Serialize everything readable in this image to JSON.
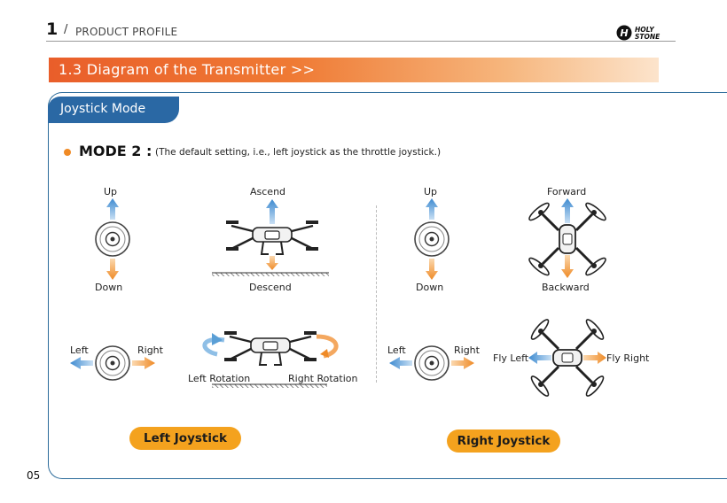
{
  "header": {
    "chapter_number": "1",
    "separator": "/",
    "chapter_title": "PRODUCT PROFILE",
    "brand_logo_text": "HOLY STONE"
  },
  "section": {
    "title": "1.3  Diagram of the Transmitter  >>"
  },
  "panel": {
    "tab_label": "Joystick Mode"
  },
  "mode": {
    "label": "MODE 2 :",
    "description": "(The default setting, i.e., left joystick as the throttle joystick.)"
  },
  "left_joystick": {
    "up": "Up",
    "down": "Down",
    "left": "Left",
    "right": "Right",
    "ascend": "Ascend",
    "descend": "Descend",
    "left_rotation": "Left Rotation",
    "right_rotation": "Right Rotation",
    "button_label": "Left Joystick"
  },
  "right_joystick": {
    "up": "Up",
    "down": "Down",
    "left": "Left",
    "right": "Right",
    "forward": "Forward",
    "backward": "Backward",
    "fly_left": "Fly Left",
    "fly_right": "Fly Right",
    "button_label": "Right Joystick"
  },
  "footer": {
    "page_number": "05"
  },
  "colors": {
    "accent_orange": "#f08a24",
    "banner_orange": "#e95e2a",
    "frame_blue": "#2b6b9a",
    "tab_blue": "#2a68a4",
    "arrow_blue": "#5a9fd6",
    "arrow_orange": "#f19a3e",
    "pill_orange": "#f4a21e"
  }
}
